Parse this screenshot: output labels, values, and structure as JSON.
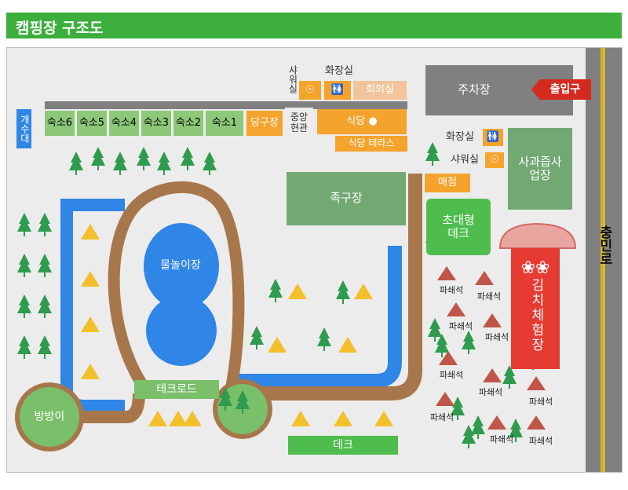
{
  "header": {
    "title": "캠핑장 구조도"
  },
  "colors": {
    "header": "#3bae3c",
    "ground": "#ececec",
    "orange": "#f4a32c",
    "green_room": "#8cc878",
    "green_block": "#72a872",
    "water": "#2f86e6",
    "path": "#a7774b",
    "tree": "#2f9b4e",
    "tent_yellow": "#f3c02c",
    "tent_red": "#c0564a",
    "road": "#808080",
    "kimchi": "#e53b32"
  },
  "map": {
    "road": "충민로",
    "entrance": "출입구",
    "parking": "주차장",
    "lodgings": [
      "개수대",
      "숙소6",
      "숙소5",
      "숙소4",
      "숙소3",
      "숙소2",
      "숙소1"
    ],
    "tool_room": "당구장",
    "central_hall": "중앙현관",
    "shower_top": "샤워실",
    "toilet_top": "화장실",
    "meeting_room": "회의실",
    "restaurant": "식당",
    "restaurant_terrace": "식당 테라스",
    "toilet_right": "화장실",
    "shower_right": "샤워실",
    "apple_juice": "사과즙사업장",
    "foot_volleyball": "족구장",
    "store": "매점",
    "large_deck": "초대형데크",
    "pool": "물놀이장",
    "kimchi_hall": "김치체험장",
    "tech_road": "테크로드",
    "bangbang": "방방이",
    "deck": "데크",
    "parasol": "파쇄석"
  }
}
